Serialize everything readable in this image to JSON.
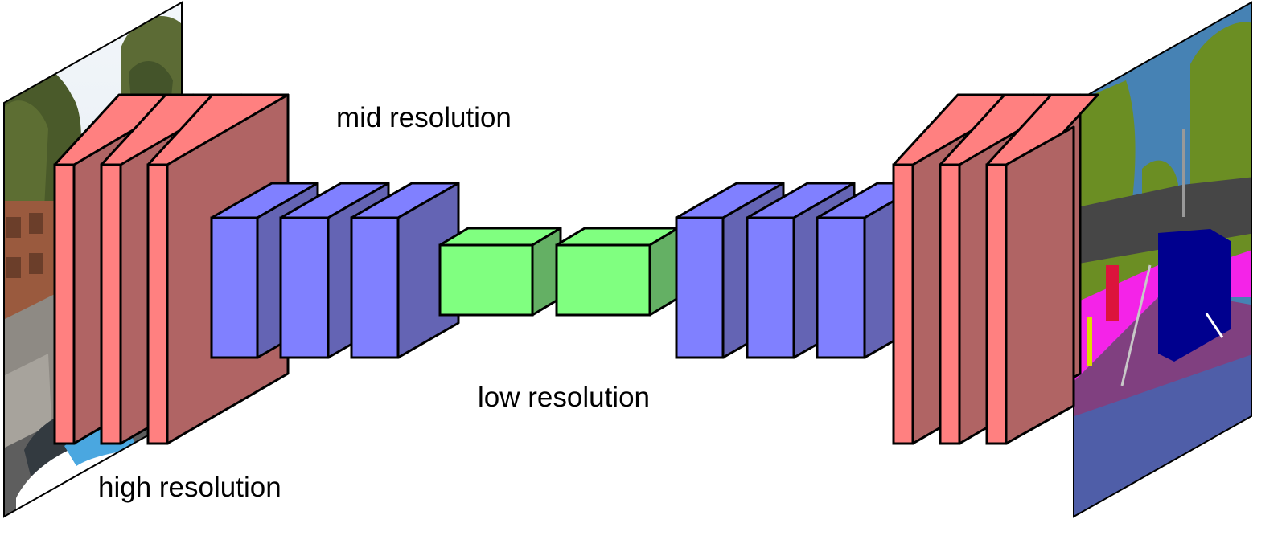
{
  "labels": {
    "high": "high resolution",
    "mid": "mid resolution",
    "low": "low resolution"
  },
  "icons": {
    "input": "street-scene-photo-icon",
    "output": "segmentation-map-icon"
  },
  "colors": {
    "high_front": "#ff8080",
    "high_side": "#b06464",
    "mid_front": "#8080ff",
    "mid_side": "#6464b4",
    "low_front": "#80ff80",
    "low_side": "#64b064",
    "stroke": "#000000"
  }
}
